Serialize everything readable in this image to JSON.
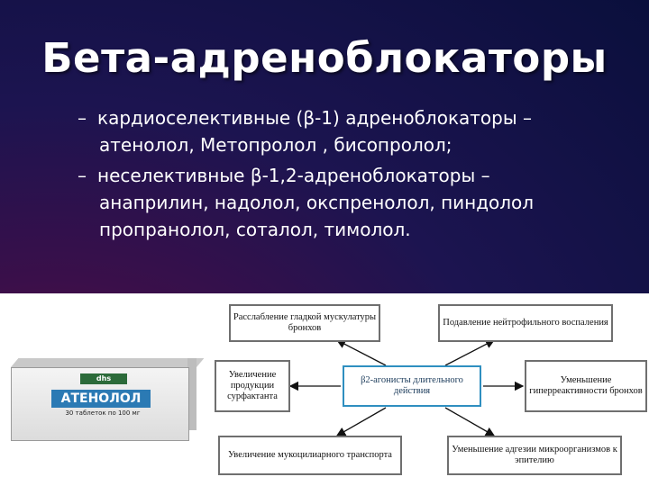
{
  "slide": {
    "title": "Бета-адреноблокаторы",
    "bullets": [
      {
        "dash": "–",
        "line1": "кардиоселективные (β-1) адреноблокаторы –",
        "line2": "атенолол, Метопролол , бисопролол;"
      },
      {
        "dash": "–",
        "line1": "неселективные β-1,2-адреноблокаторы –",
        "line2": "анаприлин, надолол, окспренолол, пиндолол",
        "line3": "пропранолол, соталол, тимолол."
      }
    ]
  },
  "drug_box": {
    "logo": "dhs",
    "name": "АТЕНОЛОЛ",
    "subtitle": "30 таблеток по 100 мг"
  },
  "diagram": {
    "center": "β2-агонисты длительного действия",
    "nodes": {
      "top_left": "Расслабление гладкой мускулатуры бронхов",
      "top_right": "Подавление нейтрофильного воспаления",
      "mid_left": "Увеличение продукции сурфактанта",
      "mid_right": "Уменьшение гиперреактивности бронхов",
      "bottom_left": "Увеличение мукоцилиарного транспорта",
      "bottom_right": "Уменьшение адгезии микроорганизмов к эпителию"
    },
    "colors": {
      "border": "#6f6f6f",
      "center_border": "#2f8fc0"
    }
  }
}
